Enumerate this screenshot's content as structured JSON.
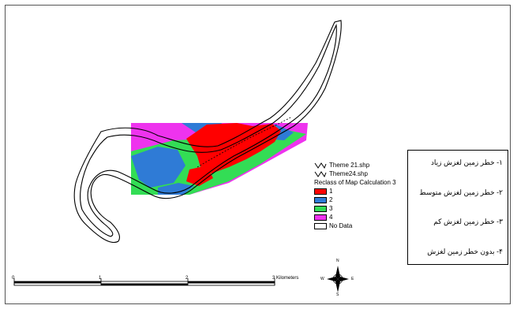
{
  "legend": {
    "layer1": "Theme 21.shp",
    "layer2": "Theme24.shp",
    "raster_title": "Reclass of Map Calculation 3",
    "classes": [
      {
        "label": "1",
        "color": "#ff0000"
      },
      {
        "label": "2",
        "color": "#2f7bd6"
      },
      {
        "label": "3",
        "color": "#33dd55"
      },
      {
        "label": "4",
        "color": "#ee33ee"
      },
      {
        "label": "No Data",
        "color": "#ffffff"
      }
    ]
  },
  "classes_box": {
    "items": [
      "۱- خطر زمین لغزش زیاد",
      "۲- خطر زمین لغزش متوسط",
      "۳- خطر زمین لغزش کم",
      "۴- بدون خطر زمین لغزش"
    ]
  },
  "scale_bar": {
    "labels": [
      "0",
      "1",
      "2",
      "3 Kilometers"
    ]
  },
  "north_arrow": {
    "n": "N",
    "e": "E",
    "s": "S",
    "w": "W"
  },
  "colors": {
    "red": "#ff0000",
    "blue": "#2f7bd6",
    "green": "#33dd55",
    "magenta": "#ee33ee"
  }
}
